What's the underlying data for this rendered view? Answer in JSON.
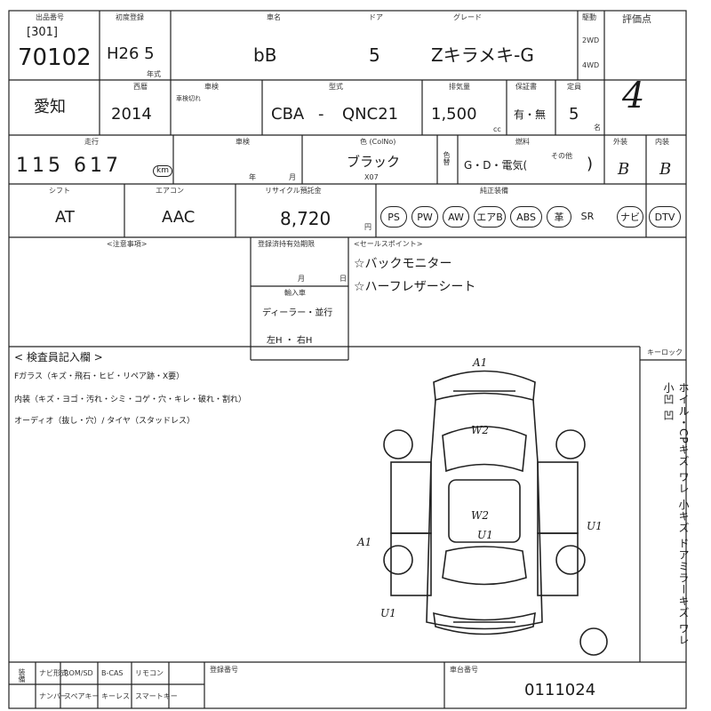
{
  "header": {
    "lot_label": "出品番号",
    "lot_prefix": "[301]",
    "lot_number": "70102",
    "first_reg_label": "初度登録",
    "first_reg_value": "H26 5",
    "first_reg_sub": "年式",
    "car_name_label": "車名",
    "car_name": "bB",
    "doors_label": "ドア",
    "doors": "5",
    "grade_label": "グレード",
    "grade": "Zキラメキ-G",
    "drive_label": "駆動",
    "drive_2wd": "2WD",
    "drive_4wd": "4WD",
    "score_label": "評価点",
    "score": "4"
  },
  "row2": {
    "region": "愛知",
    "year_label": "西暦",
    "year": "2014",
    "shaken_label": "車検",
    "shaken_note": "車検切れ",
    "model_label": "型式",
    "model_prefix": "CBA",
    "model_code": "QNC21",
    "cc_label": "排気量",
    "cc": "1,500",
    "cc_unit": "cc",
    "warranty_label": "保証書",
    "warranty": "有・無",
    "seats_label": "定員",
    "seats": "5",
    "seats_unit": "名"
  },
  "row3": {
    "mileage_label": "走行",
    "mileage": "115 617",
    "mileage_unit": "km",
    "shaken2_label": "車検",
    "year_unit": "年",
    "month_unit": "月",
    "color_label": "色 (ColNo)",
    "color": "ブラック",
    "color_code": "X07",
    "color_change_label": "色替",
    "fuel_label": "燃料",
    "fuel": "G・D・電気(",
    "fuel_other": "その他",
    "exterior_label": "外装",
    "exterior": "B",
    "interior_label": "内装",
    "interior": "B"
  },
  "row4": {
    "shift_label": "シフト",
    "shift": "AT",
    "ac_label": "エアコン",
    "ac": "AAC",
    "recycle_label": "リサイクル預託金",
    "recycle": "8,720",
    "recycle_unit": "円",
    "equipment_label": "純正装備",
    "equipment": [
      "PS",
      "PW",
      "AW",
      "エアB",
      "ABS",
      "革",
      "SR",
      "ナビ",
      "DTV"
    ]
  },
  "notes": {
    "notes_label": "<注意事項>",
    "owner_label": "登録済持有効期限",
    "month_label": "月",
    "day_label": "日",
    "import_label": "輸入車",
    "dealer": "ディーラー・並行",
    "handle": "左H ・ 右H",
    "sales_label": "<セールスポイント>",
    "sales_points": [
      "☆バックモニター",
      "☆ハーフレザーシート"
    ]
  },
  "inspection": {
    "label": "< 検査員記入欄 >",
    "lines": [
      "Fガラス（キズ・飛石・ヒビ・リペア跡・X要）",
      "内装（キズ・ヨゴ・汚れ・シミ・コゲ・穴・キレ・破れ・割れ）",
      "オーディオ（抜し・穴）/ タイヤ（スタッドレス）"
    ],
    "key_label": "キーロック",
    "legend_vertical": "ホイル・CPキズ ワレ 小キズ ドアミラーキズ ワレ 小凹 凹",
    "marks": [
      "A1",
      "W2",
      "W2",
      "U1",
      "A1",
      "U1",
      "U1"
    ]
  },
  "footer": {
    "col1": "装備",
    "col2": "ナビ形式",
    "col3": "ROM/SD",
    "col4": "B-CAS",
    "col5": "リモコン",
    "col6": "ナンバー",
    "col7": "スペアキー",
    "col8": "キーレス",
    "col9": "スマートキー",
    "register_label": "登録番号",
    "vin_label": "車台番号",
    "vin": "0111024"
  }
}
